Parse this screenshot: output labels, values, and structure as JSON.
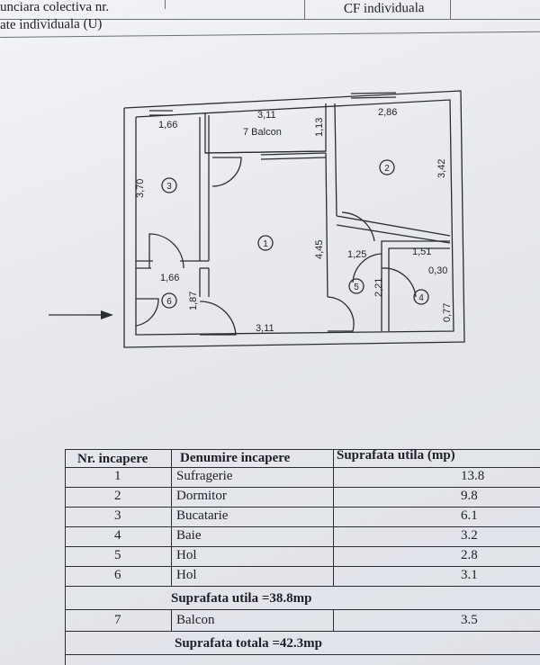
{
  "header": {
    "row1_left": "unciara colectiva nr.",
    "row2_left": "ate individuala (U)",
    "row2_right": "CF individuala"
  },
  "plan": {
    "dims": {
      "d1_66_top": "1,66",
      "d3_11_top": "3,11",
      "d1_13": "1,13",
      "d2_86": "2,86",
      "d3_42": "3,42",
      "d3_70": "3,70",
      "d4_45": "4,45",
      "d1_66_mid": "1,66",
      "d1_87": "1,87",
      "d1_25": "1,25",
      "d1_51": "1,51",
      "d0_30": "0,30",
      "d2_21": "2,21",
      "d0_77": "0,77",
      "d3_11_bottom": "3,11"
    },
    "balcony_label": "7 Balcon",
    "room_numbers": [
      "1",
      "2",
      "3",
      "4",
      "5",
      "6"
    ]
  },
  "table": {
    "headers": [
      "Nr. incapere",
      "Denumire incapere",
      "Suprafata utila (mp)"
    ],
    "rows": [
      {
        "nr": "1",
        "name": "Sufragerie",
        "area": "13.8"
      },
      {
        "nr": "2",
        "name": "Dormitor",
        "area": "9.8"
      },
      {
        "nr": "3",
        "name": "Bucatarie",
        "area": "6.1"
      },
      {
        "nr": "4",
        "name": "Baie",
        "area": "3.2"
      },
      {
        "nr": "5",
        "name": "Hol",
        "area": "2.8"
      },
      {
        "nr": "6",
        "name": "Hol",
        "area": "3.1"
      }
    ],
    "subtotal": "Suprafata utila =38.8mp",
    "balcony_row": {
      "nr": "7",
      "name": "Balcon",
      "area": "3.5"
    },
    "total": "Suprafata totala =42.3mp"
  }
}
